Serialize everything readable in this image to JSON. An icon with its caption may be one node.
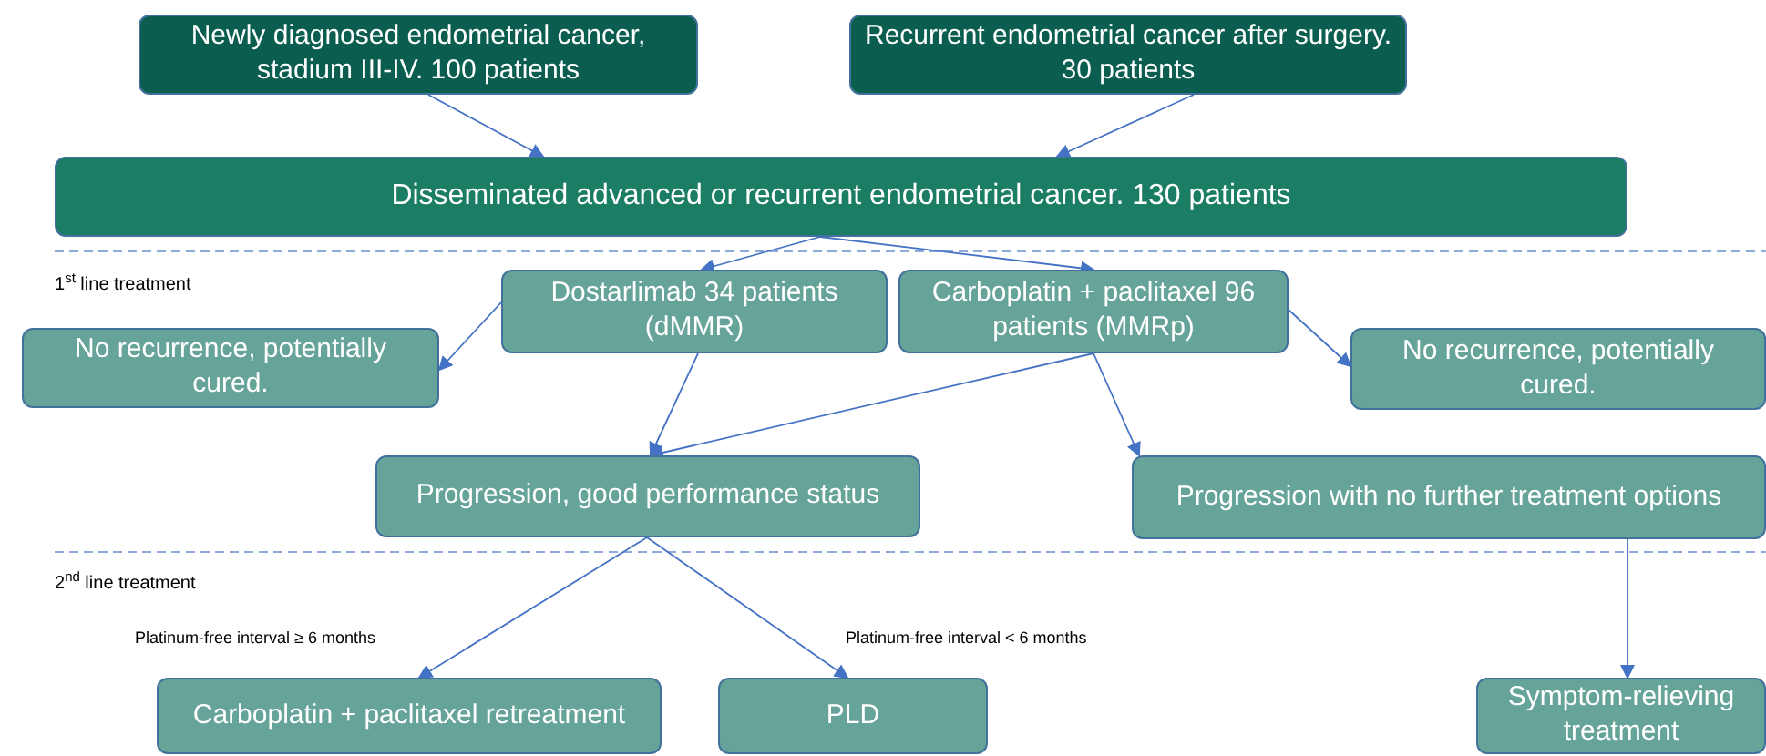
{
  "diagram": {
    "nodes": [
      {
        "text": [
          "Newly diagnosed endometrial cancer, stadium III-IV. 100 patients"
        ]
      },
      {
        "text": [
          "Recurrent endometrial cancer after surgery. 30 patients"
        ]
      },
      {
        "text": [
          "Disseminated advanced or recurrent endometrial cancer. 130 patients"
        ]
      },
      {
        "text": [
          "Dostarlimab 34 patients (dMMR)"
        ]
      },
      {
        "text": [
          "Carboplatin + paclitaxel 96 patients (MMRp)"
        ]
      },
      {
        "text": [
          "No recurrence, potentially cured."
        ]
      },
      {
        "text": [
          "No recurrence, potentially cured."
        ]
      },
      {
        "text": [
          "Progression, good performance status"
        ]
      },
      {
        "text": [
          "Progression with no further treatment options"
        ]
      },
      {
        "text": [
          "Carboplatin + paclitaxel retreatment"
        ]
      },
      {
        "text": [
          "PLD"
        ]
      },
      {
        "text": [
          "Symptom-relieving treatment"
        ]
      }
    ],
    "edges": [
      {
        "from": 0,
        "to": 2,
        "arrow": "to"
      },
      {
        "from": 1,
        "to": 2,
        "arrow": "to"
      },
      {
        "from": 2,
        "to": 3,
        "arrow": "to"
      },
      {
        "from": 2,
        "to": 4,
        "arrow": "to"
      },
      {
        "from": 3,
        "to": 5,
        "arrow": "to"
      },
      {
        "from": 4,
        "to": 6,
        "arrow": "to"
      },
      {
        "from": 3,
        "to": 7,
        "arrow": "to"
      },
      {
        "from": 4,
        "to": 7,
        "arrow": "to"
      },
      {
        "from": 4,
        "to": 8,
        "arrow": "to"
      },
      {
        "from": 7,
        "to": 9,
        "arrow": "to",
        "label": "Platinum-free interval  ≥ 6 months"
      },
      {
        "from": 7,
        "to": 10,
        "arrow": "to",
        "label": "Platinum-free interval  < 6 months"
      },
      {
        "from": 8,
        "to": 11,
        "arrow": "to"
      }
    ],
    "labels": [
      "1$^{st}$ line treatment",
      "2$^{nd}$ line treatment"
    ]
  }
}
